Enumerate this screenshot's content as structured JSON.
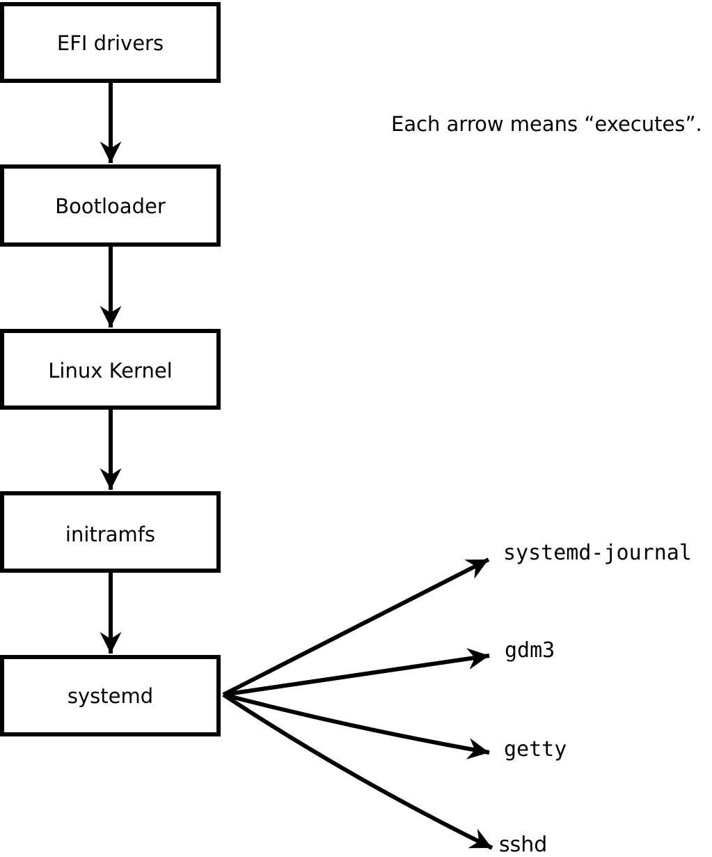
{
  "diagram": {
    "note": "Each arrow means “executes”.",
    "nodes": [
      {
        "label": "EFI drivers"
      },
      {
        "label": "Bootloader"
      },
      {
        "label": "Linux Kernel"
      },
      {
        "label": "initramfs"
      },
      {
        "label": "systemd"
      }
    ],
    "processes": [
      {
        "label": "systemd-journal"
      },
      {
        "label": "gdm3"
      },
      {
        "label": "getty"
      },
      {
        "label": "sshd"
      }
    ],
    "colors": {
      "stroke": "#000000",
      "box_fill": "#ffffff",
      "text": "#000000",
      "background": "#ffffff"
    }
  }
}
